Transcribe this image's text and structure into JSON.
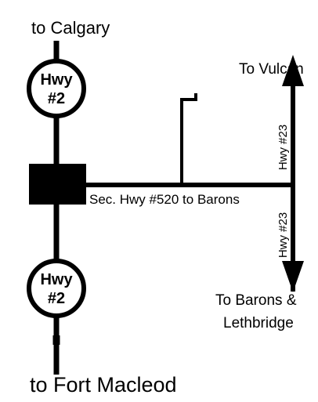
{
  "map": {
    "colors": {
      "road": "#000000",
      "shield_fill": "#ffffff",
      "background": "#ffffff"
    },
    "destinations": {
      "north": "to Calgary",
      "south": "to Fort Macleod",
      "vulcan": "To Vulcan",
      "barons_line1": "To Barons &",
      "barons_line2": "Lethbridge"
    },
    "roads": {
      "secondary": "Sec. Hwy #520 to Barons",
      "hwy23_north": "Hwy #23",
      "hwy23_south": "Hwy #23"
    },
    "shields": [
      {
        "line1": "Hwy",
        "line2": "#2"
      },
      {
        "line1": "Hwy",
        "line2": "#2"
      }
    ]
  }
}
